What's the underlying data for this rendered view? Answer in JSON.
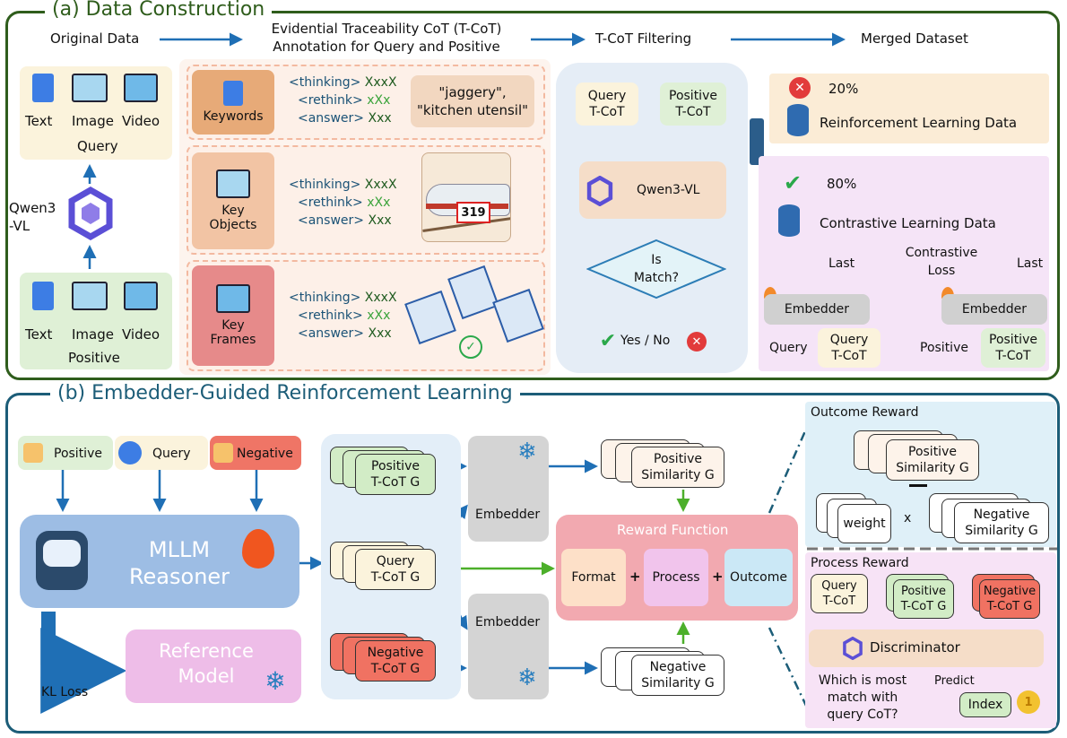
{
  "colors": {
    "section_a_border": "#2f5d1c",
    "section_b_border": "#1c5d78",
    "arrow": "#1f6fb5",
    "green_arrow": "#4caf2a",
    "query_fill": "#fbf3dc",
    "positive_fill": "#dff0d6",
    "negative_fill": "#ef7566",
    "reward_fill": "#f2a9b0",
    "llm_fill": "#9dbde4",
    "reference_fill": "#eebde8"
  },
  "section_a": {
    "title": "(a) Data Construction",
    "stages": [
      "Original Data",
      "Evidential Traceability CoT (T-CoT)",
      "Annotation for Query and Positive",
      "T-CoT Filtering",
      "Merged Dataset"
    ],
    "query_box": {
      "modalities": [
        "Text",
        "Image",
        "Video"
      ],
      "label": "Query"
    },
    "positive_box": {
      "modalities": [
        "Text",
        "Image",
        "Video"
      ],
      "label": "Positive"
    },
    "model_label": [
      "Qwen3",
      "-VL"
    ],
    "annotation_rows": [
      {
        "label": [
          "Keywords"
        ],
        "tags": [
          "<thinking>",
          "<rethink>",
          "<answer>"
        ],
        "values": [
          "XxxX",
          "xXx",
          "Xxx"
        ],
        "example": [
          "\"jaggery\",",
          "\"kitchen utensil\""
        ]
      },
      {
        "label": [
          "Key",
          "Objects"
        ],
        "tags": [
          "<thinking>",
          "<rethink>",
          "<answer>"
        ],
        "values": [
          "XxxX",
          "xXx",
          "Xxx"
        ],
        "example_number": "319"
      },
      {
        "label": [
          "Key",
          "Frames"
        ],
        "tags": [
          "<thinking>",
          "<rethink>",
          "<answer>"
        ],
        "values": [
          "XxxX",
          "xXx",
          "Xxx"
        ]
      }
    ],
    "filtering": {
      "query_tcot": [
        "Query",
        "T-CoT"
      ],
      "positive_tcot": [
        "Positive",
        "T-CoT"
      ],
      "model": "Qwen3-VL",
      "decision": [
        "Is",
        "Match?"
      ],
      "result": "Yes / No"
    },
    "merged": {
      "rl_percent": "20%",
      "rl_label": "Reinforcement Learning Data",
      "cl_percent": "80%",
      "cl_label": "Contrastive Learning Data",
      "loss": [
        "Contrastive",
        "Loss"
      ],
      "last": "Last",
      "embedder": "Embedder",
      "query_label": "Query",
      "query_tcot": [
        "Query",
        "T-CoT"
      ],
      "positive_label": "Positive",
      "positive_tcot": [
        "Positive",
        "T-CoT"
      ]
    }
  },
  "section_b": {
    "title": "(b) Embedder-Guided Reinforcement Learning",
    "inputs": [
      "Positive",
      "Query",
      "Negative"
    ],
    "reasoner": [
      "MLLM",
      "Reasoner"
    ],
    "reference": [
      "Reference",
      "Model"
    ],
    "kl_loss": "KL Loss",
    "tcots": {
      "positive": [
        "Positive",
        "T-CoT G"
      ],
      "query": [
        "Query",
        "T-CoT G"
      ],
      "negative": [
        "Negative",
        "T-CoT G"
      ]
    },
    "embedder": "Embedder",
    "similarities": {
      "positive": [
        "Positive",
        "Similarity G"
      ],
      "negative": [
        "Negative",
        "Similarity G"
      ]
    },
    "reward": {
      "title": "Reward Function",
      "format": "Format",
      "process": "Process",
      "outcome": "Outcome",
      "plus": "+"
    },
    "outcome_panel": {
      "title": "Outcome Reward",
      "positive": [
        "Positive",
        "Similarity G"
      ],
      "weight": "weight",
      "times": "x",
      "negative": [
        "Negative",
        "Similarity G"
      ]
    },
    "process_panel": {
      "title": "Process Reward",
      "query": [
        "Query",
        "T-CoT"
      ],
      "positive": [
        "Positive",
        "T-CoT G"
      ],
      "negative": [
        "Negative",
        "T-CoT G"
      ],
      "discriminator": "Discriminator",
      "question": [
        "Which is most",
        "match with",
        "query CoT?"
      ],
      "predict": "Predict",
      "index": "Index"
    }
  }
}
